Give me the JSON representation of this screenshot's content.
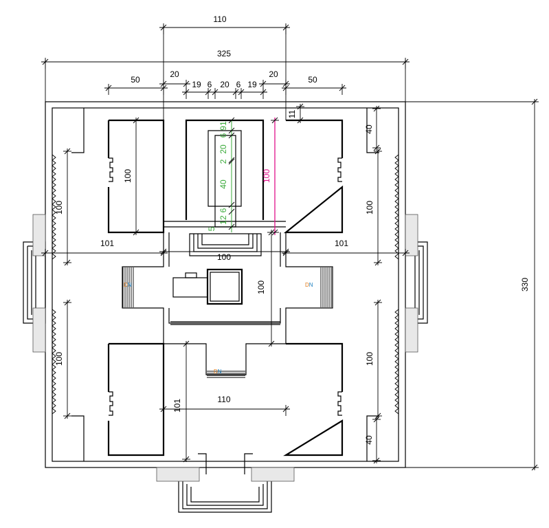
{
  "dimensions": {
    "top_110": "110",
    "overall_width": "325",
    "left_50": "50",
    "right_50": "50",
    "left_20": "20",
    "right_20": "20",
    "left_19": "19",
    "left_6": "6",
    "mid_20": "20",
    "right_6": "6",
    "right_19": "19",
    "gap_11": "11",
    "overall_height": "330",
    "right_top_40": "40",
    "right_bottom_40": "40",
    "left_top_100": "100",
    "left_bottom_100": "100",
    "right_top_100": "100",
    "right_bottom_100": "100",
    "room_tl_100": "100",
    "left_101": "101",
    "right_101": "101",
    "hall_100_h": "100",
    "hall_100_v": "100",
    "bottom_110": "110",
    "bottom_101": "101",
    "magenta_100": "100"
  },
  "green_dimensions": [
    "91",
    "6",
    "20",
    "2",
    "40",
    "6",
    "12",
    "5"
  ],
  "stairs": [
    {
      "label_d": "D",
      "label_n": "N"
    },
    {
      "label_d": "D",
      "label_n": "N"
    },
    {
      "label_d": "D",
      "label_n": "N"
    }
  ],
  "colors": {
    "highlight": "#e0108a",
    "green_dim": "#3aaa3a",
    "dn_d": "#e07b1a",
    "dn_n": "#1a7fbf"
  }
}
